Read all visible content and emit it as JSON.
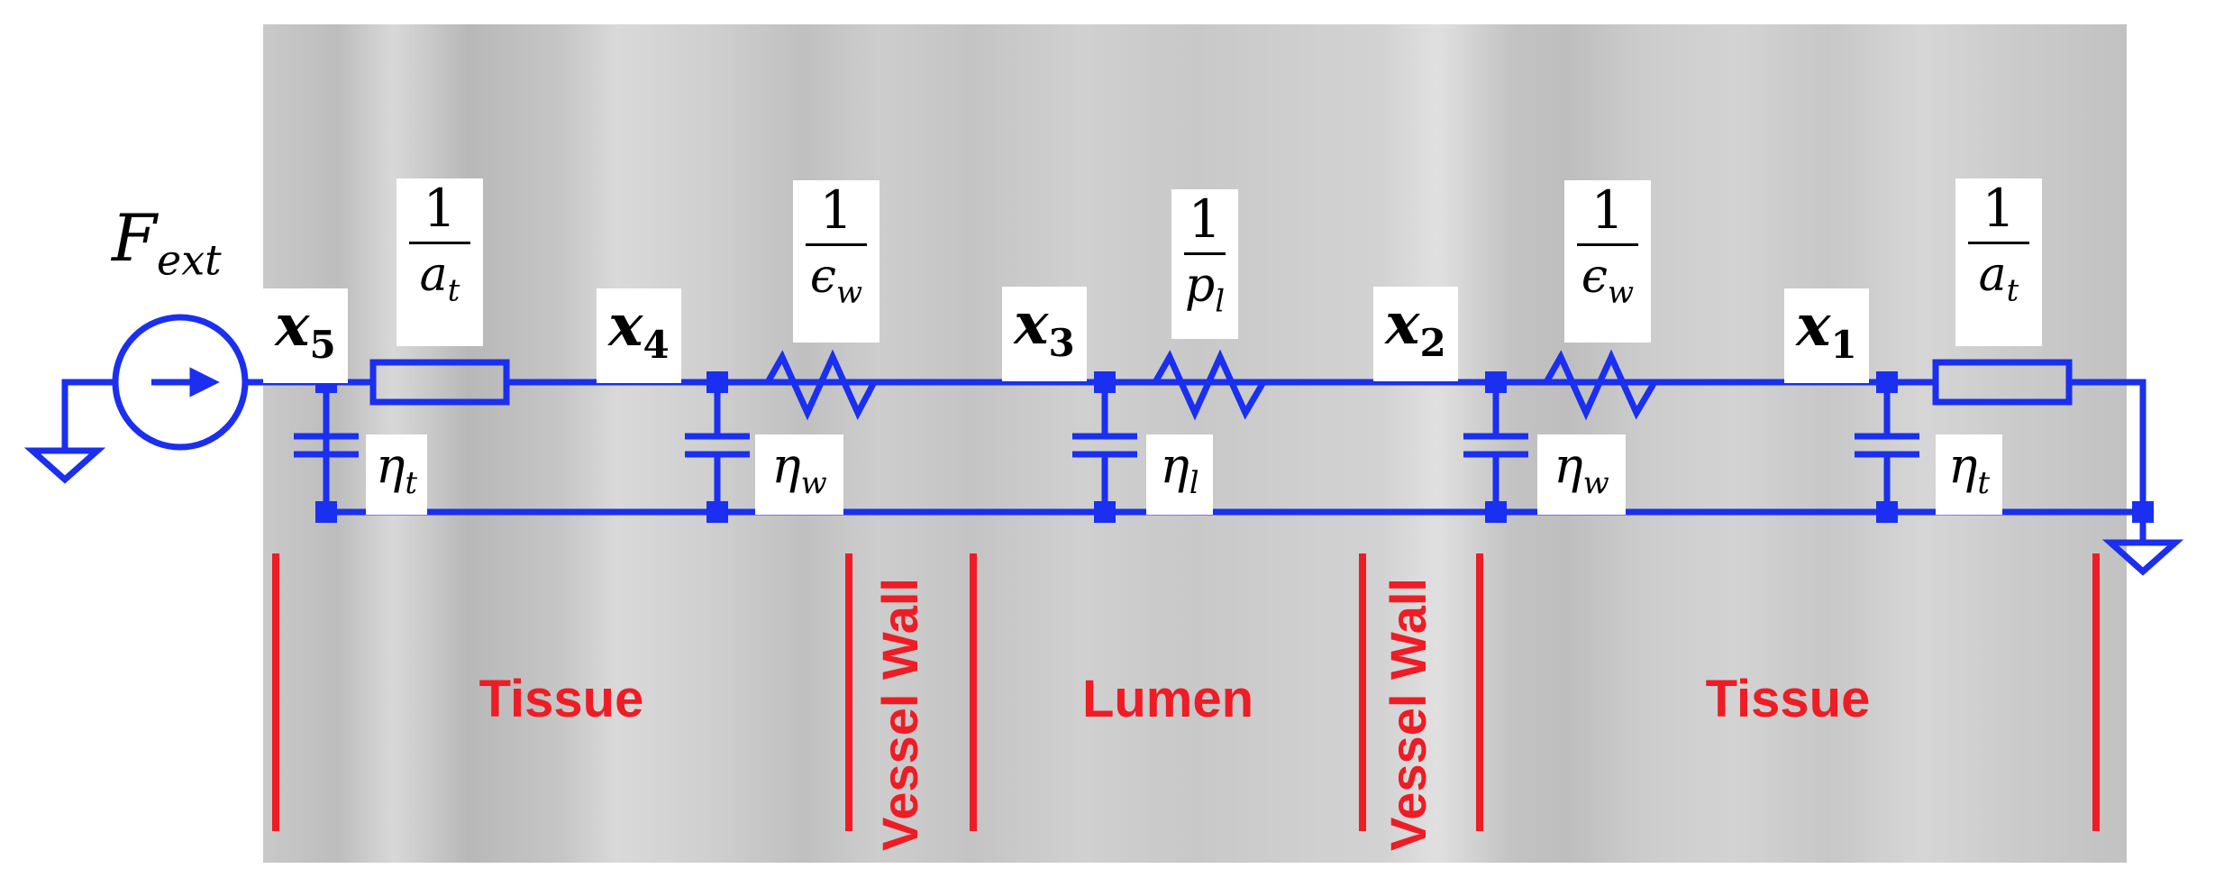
{
  "source": {
    "label_base": "F",
    "label_sub": "ext"
  },
  "nodes": [
    {
      "id": "x5",
      "base": "x",
      "sub": "5"
    },
    {
      "id": "x4",
      "base": "x",
      "sub": "4"
    },
    {
      "id": "x3",
      "base": "x",
      "sub": "3"
    },
    {
      "id": "x2",
      "base": "x",
      "sub": "2"
    },
    {
      "id": "x1",
      "base": "x",
      "sub": "1"
    }
  ],
  "series_elements": [
    {
      "num": "1",
      "den_base": "a",
      "den_sub": "t",
      "kind": "damper"
    },
    {
      "num": "1",
      "den_base": "ϵ",
      "den_sub": "w",
      "kind": "spring"
    },
    {
      "num": "1",
      "den_base": "p",
      "den_sub": "l",
      "kind": "spring"
    },
    {
      "num": "1",
      "den_base": "ϵ",
      "den_sub": "w",
      "kind": "spring"
    },
    {
      "num": "1",
      "den_base": "a",
      "den_sub": "t",
      "kind": "damper"
    }
  ],
  "shunt_elements": [
    {
      "base": "η",
      "sub": "t"
    },
    {
      "base": "η",
      "sub": "w"
    },
    {
      "base": "η",
      "sub": "l"
    },
    {
      "base": "η",
      "sub": "w"
    },
    {
      "base": "η",
      "sub": "t"
    }
  ],
  "regions": {
    "tissue_left": "Tissue",
    "vessel_wall_left": "Vessel Wall",
    "lumen": "Lumen",
    "vessel_wall_right": "Vessel Wall",
    "tissue_right": "Tissue"
  },
  "colors": {
    "circuit": "#1a2ff0",
    "region": "#ee1c25"
  }
}
